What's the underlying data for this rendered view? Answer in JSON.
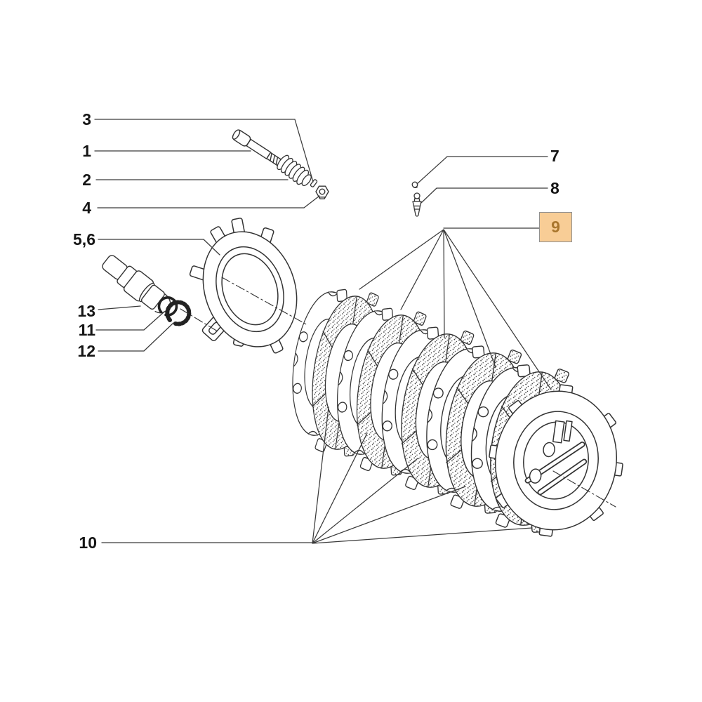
{
  "page": {
    "background": "#ffffff"
  },
  "diagram": {
    "type": "exploded-parts-diagram"
  },
  "line_color": "#333333",
  "highlight": {
    "fill": "#f8cd96",
    "border": "#909090",
    "text_color": "#a9762d"
  },
  "labels": {
    "part1": {
      "text": "1"
    },
    "part2": {
      "text": "2"
    },
    "part3": {
      "text": "3"
    },
    "part4": {
      "text": "4"
    },
    "part5_6": {
      "text": "5,6"
    },
    "part7": {
      "text": "7"
    },
    "part8": {
      "text": "8"
    },
    "part9": {
      "text": "9",
      "highlighted": true
    },
    "part10": {
      "text": "10"
    },
    "part11": {
      "text": "11"
    },
    "part12": {
      "text": "12"
    },
    "part13": {
      "text": "13"
    }
  }
}
